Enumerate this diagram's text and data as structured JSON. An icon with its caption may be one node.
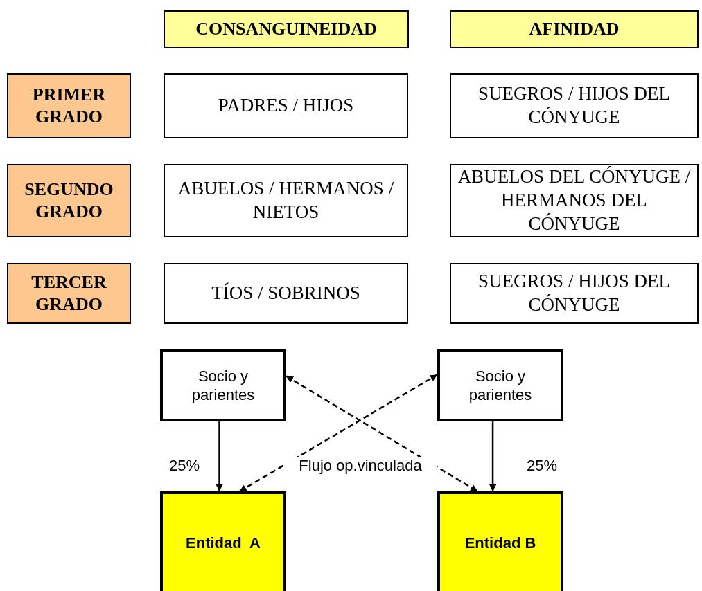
{
  "diagram": {
    "nodes": [
      {
        "text": [
          "CONSANGUINEIDAD"
        ]
      },
      {
        "text": [
          "AFINIDAD"
        ]
      },
      {
        "text": [
          "PRIMER GRADO"
        ]
      },
      {
        "text": [
          "PADRES / HIJOS"
        ]
      },
      {
        "text": [
          "SUEGROS / HIJOS DEL CÓNYUGE"
        ]
      },
      {
        "text": [
          "SEGUNDO GRADO"
        ]
      },
      {
        "text": [
          "ABUELOS / HERMANOS / NIETOS"
        ]
      },
      {
        "text": [
          "ABUELOS DEL CÓNYUGE / HERMANOS DEL CÓNYUGE"
        ]
      },
      {
        "text": [
          "TERCER GRADO"
        ]
      },
      {
        "text": [
          "TÍOS / SOBRINOS"
        ]
      },
      {
        "text": [
          "SUEGROS / HIJOS DEL CÓNYUGE"
        ]
      },
      {
        "text": [
          "Socio y parientes"
        ]
      },
      {
        "text": [
          "Socio y parientes"
        ]
      },
      {
        "text": [
          "Entidad  A"
        ]
      },
      {
        "text": [
          "Entidad B"
        ]
      }
    ],
    "edges": [
      {
        "from": 11,
        "to": 13,
        "arrow": "to"
      },
      {
        "from": 12,
        "to": 14,
        "arrow": "to"
      },
      {
        "from": 11,
        "to": 14,
        "arrow": "both",
        "style": "dashed"
      },
      {
        "from": 13,
        "to": 12,
        "arrow": "both",
        "style": "dashed"
      }
    ],
    "labels": [
      "25%",
      "Flujo op.vinculada",
      "25%"
    ]
  }
}
